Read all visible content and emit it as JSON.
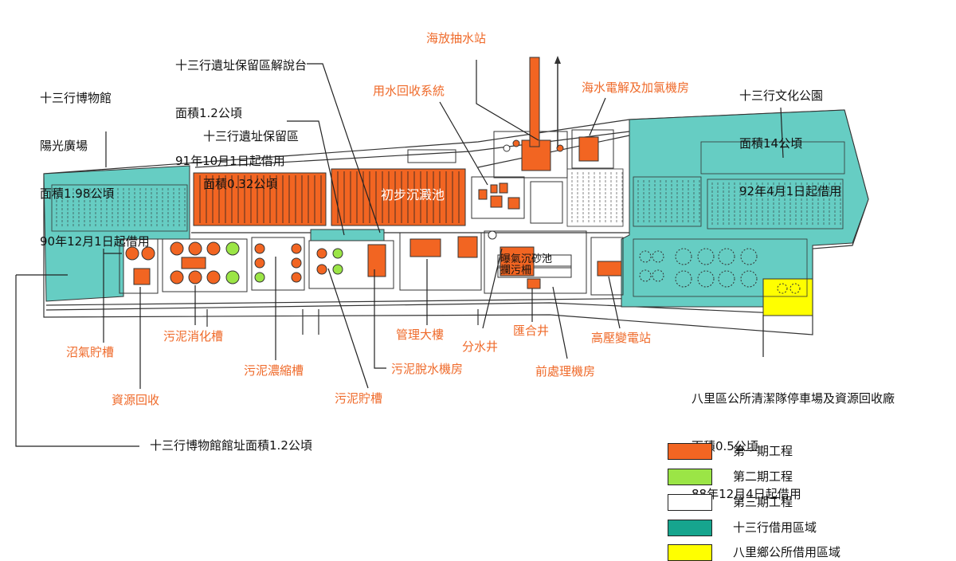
{
  "colors": {
    "phase1": "#f26522",
    "phase2": "#9be546",
    "phase3": "#ffffff",
    "shisanhang_borrow": "#66cdc3",
    "bali_borrow": "#ffff00",
    "label_orange": "#ef6a2a"
  },
  "labels": {
    "museum_plaza": [
      "十三行博物館",
      "陽光廣場",
      "面積1.98公頃",
      "90年12月1日起借用"
    ],
    "ruins_platform": [
      "十三行遺址保留區解說台",
      "面積1.2公頃",
      "91年10月1日起借用"
    ],
    "ruins_area": [
      "十三行遺址保留區",
      "面積0.32公頃"
    ],
    "pump_station": "海放抽水站",
    "water_recycle": "用水回收系統",
    "electrolysis": "海水電解及加氯機房",
    "culture_park": [
      "十三行文化公園",
      "面積14公頃",
      "92年4月1日起借用"
    ],
    "primary_settling": "初步沉澱池",
    "grit_chamber": "曝氣沉砂池",
    "screen": "攔污柵",
    "biogas_tank": "沼氣貯槽",
    "sludge_digester": "污泥消化槽",
    "resource_recovery": "資源回收",
    "sludge_thickener": "污泥濃縮槽",
    "sludge_storage": "污泥貯槽",
    "sludge_dewater": "污泥脫水機房",
    "admin_building": "管理大樓",
    "splitter_well": "分水井",
    "junction_well": "匯合井",
    "pretreatment": "前處理機房",
    "substation": "高壓變電站",
    "bali_depot": [
      "八里區公所清潔隊停車場及資源回收廠",
      "面積0.5公頃",
      "88年12月4日起借用"
    ],
    "museum_site": "十三行博物館館址面積1.2公頃"
  },
  "legend": [
    {
      "label": "第一期工程",
      "color": "#f26522"
    },
    {
      "label": "第二期工程",
      "color": "#9be546"
    },
    {
      "label": "第三期工程",
      "color": "#ffffff"
    },
    {
      "label": "十三行借用區域",
      "color": "#16a58e"
    },
    {
      "label": "八里鄉公所借用區域",
      "color": "#ffff00"
    }
  ]
}
